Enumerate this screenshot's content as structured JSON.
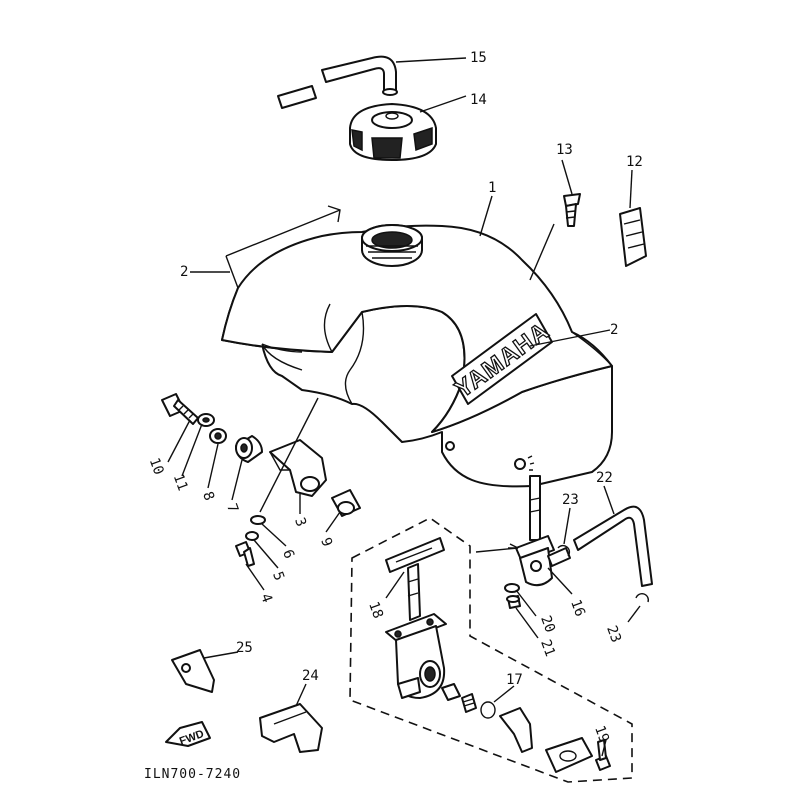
{
  "diagram": {
    "brand_text": "YAMAHA",
    "fwd_text": "FWD",
    "drawing_code": "ILN700-7240",
    "callouts": {
      "c1": "1",
      "c2a": "2",
      "c2b": "2",
      "c3": "3",
      "c4": "4",
      "c5": "5",
      "c6": "6",
      "c7": "7",
      "c8": "8",
      "c9": "9",
      "c10": "10",
      "c11": "11",
      "c12": "12",
      "c13": "13",
      "c14": "14",
      "c15": "15",
      "c16": "16",
      "c17": "17",
      "c18": "18",
      "c19": "19",
      "c20": "20",
      "c21": "21",
      "c22": "22",
      "c23a": "23",
      "c23b": "23",
      "c24": "24",
      "c25": "25"
    }
  }
}
